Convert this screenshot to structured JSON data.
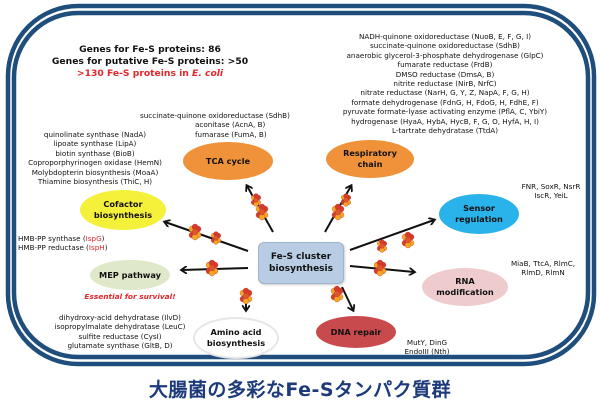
{
  "summary": {
    "line1": "Genes for Fe-S proteins: 86",
    "line2": "Genes for putative Fe-S proteins: >50",
    "line3_prefix": ">130 Fe-S proteins in ",
    "line3_italic": "E. coli"
  },
  "center": {
    "line1": "Fe-S cluster",
    "line2": "biosynthesis"
  },
  "categories": {
    "tca": {
      "label1": "TCA cycle",
      "color": "#f0923a",
      "genes": [
        "succinate-quinone oxidoreductase (SdhB)",
        "aconitase (AcnA, B)",
        "fumarase (FumA, B)"
      ]
    },
    "respiratory": {
      "label1": "Respiratory",
      "label2": "chain",
      "color": "#f0923a",
      "genes": [
        "NADH-quinone oxidoreductase (NuoB, E, F, G, I)",
        "succinate-quinone oxidoreductase (SdhB)",
        "anaerobic glycerol-3-phosphate dehydrogenase (GlpC)",
        "fumarate reductase (FrdB)",
        "DMSO reductase (DmsA, B)",
        "nitrite reductase (NirB, NrfC)",
        "nitrate reductase (NarH, G, Y, Z, NapA, F, G, H)",
        "formate dehydrogenase (FdnG, H, FdoG, H, FdhE, F)",
        "pyruvate formate-lyase activating enzyme (PflA, C, YbiY)",
        "hydrogenase (HyaA, HybA, HycB, F, G, O, HyfA, H, I)",
        "L-tartrate dehydratase (TtdA)"
      ]
    },
    "cofactor": {
      "label1": "Cofactor",
      "label2": "biosynthesis",
      "color": "#f5f03a",
      "genes": [
        "quinolinate synthase (NadA)",
        "lipoate synthase (LipA)",
        "biotin synthase (BioB)",
        "Coproporphyrinogen oxidase (HemN)",
        "Molybdopterin biosynthesis (MoaA)",
        "Thiamine biosynthesis (ThiC, H)"
      ]
    },
    "sensor": {
      "label1": "Sensor",
      "label2": "regulation",
      "color": "#2ab3ea",
      "genes": [
        "FNR, SoxR, NsrR",
        "IscR, YeiL"
      ]
    },
    "mep": {
      "label1": "MEP pathway",
      "note": "Essential for survival!",
      "color": "#dfe8c8",
      "genes": [
        {
          "prefix": "HMB-PP synthase (",
          "gene": "IspG",
          "suffix": ")"
        },
        {
          "prefix": "HMB-PP reductase (",
          "gene": "IspH",
          "suffix": ")"
        }
      ]
    },
    "rna": {
      "label1": "RNA",
      "label2": "modification",
      "color": "#eecccd",
      "genes": [
        "MiaB, TtcA, RlmC,",
        "RlmD, RlmN"
      ]
    },
    "amino": {
      "label1": "Amino acid",
      "label2": "biosynthesis",
      "color": "#ffffff",
      "genes": [
        "dihydroxy-acid dehydratase (IlvD)",
        "isopropylmalate dehydratase (LeuC)",
        "sulfite reductase (CysI)",
        "glutamate synthase (GltB, D)"
      ]
    },
    "dna": {
      "label1": "DNA repair",
      "color": "#c94a4c",
      "genes": [
        "MutY, DinG",
        "EndoIII (Nth)"
      ]
    }
  },
  "title": "大腸菌の多彩なFe-Sタンパク質群",
  "colors": {
    "frame": "#1f4e7d",
    "accent_red": "#e2262b",
    "title": "#1d3a7a",
    "center_box": "#b8cde4"
  }
}
